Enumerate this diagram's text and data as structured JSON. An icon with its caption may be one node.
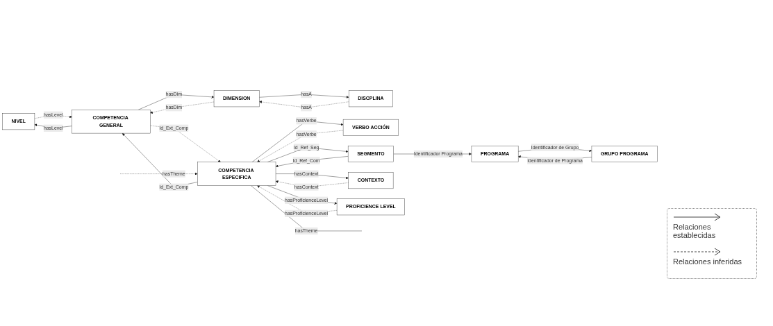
{
  "diagram": {
    "nodes": [
      {
        "text": [
          "NIVEL"
        ]
      },
      {
        "text": [
          "DIMENSION"
        ]
      },
      {
        "text": [
          "DISCPLINA"
        ]
      },
      {
        "text": [
          "COMPETENCIA GENERAL"
        ]
      },
      {
        "text": [
          "GRUPO PROGRAMA"
        ]
      },
      {
        "text": [
          "VERBO ACCIÓN"
        ]
      },
      {
        "text": [
          "SEGMENTO"
        ]
      },
      {
        "text": [
          "PROGRAMA"
        ]
      },
      {
        "text": [
          "CONTEXTO"
        ]
      },
      {
        "text": [
          "COMPETENCIA ESPECIFICA"
        ]
      },
      {
        "text": [
          "PROFICIENCE LEVEL"
        ]
      }
    ],
    "edges": [
      {
        "from": 3,
        "to": 0,
        "arrow": "to",
        "label": "hasLevel"
      },
      {
        "from": 0,
        "to": 3,
        "arrow": "to",
        "label": "hasLevel",
        "style": "dashed"
      },
      {
        "from": 3,
        "to": 1,
        "arrow": "to",
        "label": "hasDim"
      },
      {
        "from": 1,
        "to": 3,
        "arrow": "to",
        "label": "hasDim",
        "style": "dashed"
      },
      {
        "from": 1,
        "to": 2,
        "arrow": "to",
        "label": "hasA"
      },
      {
        "from": 2,
        "to": 1,
        "arrow": "to",
        "label": "hasA",
        "style": "dashed"
      },
      {
        "from": 9,
        "to": 3,
        "arrow": "to",
        "label": "Id_Ext_Comp"
      },
      {
        "from": 3,
        "to": 9,
        "arrow": "to",
        "label": "Id_Ext_Comp",
        "style": "dashed"
      },
      {
        "from": 9,
        "to": 5,
        "arrow": "to",
        "label": "hasVerbe"
      },
      {
        "from": 5,
        "to": 9,
        "arrow": "to",
        "label": "hasVerbe",
        "style": "dashed"
      },
      {
        "from": 9,
        "to": 8,
        "arrow": "to",
        "label": "hasContext"
      },
      {
        "from": 8,
        "to": 9,
        "arrow": "to",
        "label": "hasContext",
        "style": "dashed"
      },
      {
        "from": 9,
        "to": 10,
        "arrow": "to",
        "label": "hasProficienceLevel"
      },
      {
        "from": 10,
        "to": 9,
        "arrow": "to",
        "label": "hasProficienceLevel",
        "style": "dashed"
      },
      {
        "from": 9,
        "to": null,
        "arrow": "none",
        "label": "hasTheme"
      },
      {
        "from": null,
        "to": 9,
        "arrow": "to",
        "label": "hasTheme",
        "style": "dashed"
      },
      {
        "from": 9,
        "to": 6,
        "arrow": "to",
        "label": "Id_Ref_Seg"
      },
      {
        "from": 6,
        "to": 9,
        "arrow": "to",
        "label": "Id_Ref_Com"
      },
      {
        "from": 6,
        "to": 7,
        "arrow": "to",
        "label": "Identificador Programa"
      },
      {
        "from": 7,
        "to": 4,
        "arrow": "to",
        "label": "Identificador de Grupo"
      },
      {
        "from": 4,
        "to": 7,
        "arrow": "to",
        "label": "Identificador de Programa"
      }
    ],
    "legend": [
      {
        "text": "Relaciones establecidas"
      },
      {
        "text": "Relaciones inferidas"
      }
    ]
  }
}
